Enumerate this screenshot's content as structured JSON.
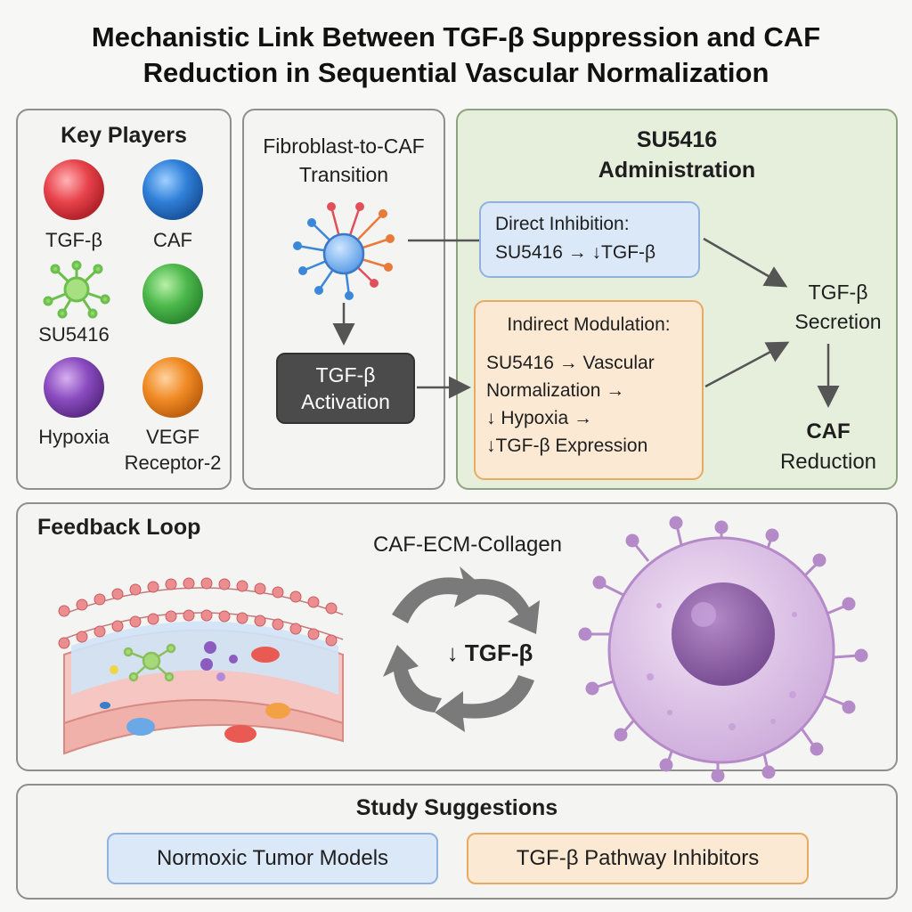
{
  "title": {
    "line1": "Mechanistic Link Between TGF-β Suppression and CAF",
    "line2": "Reduction in Sequential Vascular Normalization"
  },
  "key_players": {
    "heading": "Key Players",
    "items": [
      {
        "label": "TGF-β",
        "color": "#e8434b",
        "icon": "red-sphere-icon"
      },
      {
        "label": "CAF",
        "color": "#2f7fd8",
        "icon": "blue-sphere-icon"
      },
      {
        "label": "SU5416",
        "color": "#7ccd5a",
        "icon": "molecule-icon"
      },
      {
        "label": "",
        "color": "#4cb84b",
        "icon": "green-sphere-icon"
      },
      {
        "label": "Hypoxia",
        "color": "#8a4bbf",
        "icon": "purple-sphere-icon"
      },
      {
        "label": "VEGF",
        "label2": "Receptor-2",
        "color": "#f08a24",
        "icon": "orange-sphere-icon"
      }
    ]
  },
  "transition": {
    "heading_line1": "Fibroblast-to-CAF",
    "heading_line2": "Transition",
    "activation_line1": "TGF-β",
    "activation_line2": "Activation"
  },
  "su5416": {
    "heading_line1": "SU5416",
    "heading_line2": "Administration",
    "direct_line1": "Direct Inhibition:",
    "direct_line2": "SU5416 → ↓TGF-β",
    "indirect_title": "Indirect Modulation:",
    "indirect_line1": "SU5416 → Vascular",
    "indirect_line2": "Normalization →",
    "indirect_line3": "↓ Hypoxia →",
    "indirect_line4": "↓TGF-β Expression",
    "secretion_line1": "TGF-β",
    "secretion_line2": "Secretion",
    "caf_line1": "CAF",
    "caf_line2": "Reduction"
  },
  "feedback": {
    "heading": "Feedback Loop",
    "cycle_label": "CAF-ECM-Collagen",
    "center_label": "↓ TGF-β"
  },
  "suggestions": {
    "heading": "Study Suggestions",
    "items": [
      {
        "label": "Normoxic Tumor Models",
        "color": "#dbe8f8",
        "border": "#8fb3df"
      },
      {
        "label": "TGF-β Pathway Inhibitors",
        "color": "#fbe9d4",
        "border": "#e9aa62"
      }
    ]
  }
}
